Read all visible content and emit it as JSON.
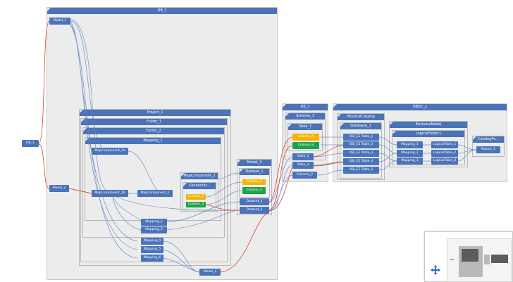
{
  "panels": {
    "db2": "DB_2",
    "project1": "Project_1",
    "folder1": "Folder_1",
    "folder2": "Folder_2",
    "mapping1": "Mapping_1",
    "mapcomp2_box": "MapComponent_2",
    "connector": "Connector...",
    "model3": "Model_3",
    "dataset1": "Dataset_1",
    "db3": "DB_3",
    "schema1": "Schema_1",
    "table1": "Table_1",
    "dbdc": "DBDC_1",
    "physicalcatalog": "PhysicalCatalog",
    "database1": "Database_1",
    "businessmodel": "BusinessModel",
    "logicalfolder1": "LogicalFolder1",
    "catalogfo": "CatalogFo..."
  },
  "nodes": {
    "db1": "DB_1",
    "model1": "Model_1",
    "model2": "Model_2",
    "mapcomp1a": "MapComponent_1a",
    "mapcomp1b": "MapComponent_1b",
    "mapcomp2": "MapComponent_2",
    "column2a": "Column_2",
    "column3a": "Column_3",
    "column2b": "Column_2",
    "column3b": "Column_3",
    "mapping2": "Mapping_2",
    "mapping3": "Mapping_3",
    "mapping4": "Mapping_4",
    "mapping5": "Mapping_5",
    "mapping6": "Mapping_6",
    "model4": "Model_4",
    "dataset2": "Dataset_2",
    "dataset3": "Dataset_3",
    "columnA": "Column_A",
    "columnB": "Column_B",
    "table2": "Table_2",
    "table3": "Table_3",
    "schema2": "Schema_2",
    "obiTable1": "OBI_EE Table_1",
    "obiTable2": "OBI_EE Table_2",
    "obiTable3": "OBI_EE Table_3",
    "obiTable4": "OBI_EE Table_4",
    "obiTable5": "OBI_EE Table_5",
    "bmMapping1": "Mapping_1",
    "bmMapping2": "Mapping_2",
    "bmMapping3": "Mapping_3",
    "logicalTable1": "LogicalTable_1",
    "logicalTable2": "LogicalTable_2",
    "logicalTable3": "LogicalTable_3",
    "report1": "Report_1"
  },
  "colors": {
    "node": "#4a73b8",
    "highlight": "#f5b400",
    "success": "#1ea34a",
    "lineage_primary": "#d9412e",
    "lineage_secondary": "#5b7fc5"
  },
  "minimap": {
    "pan_icon": "move-icon"
  }
}
